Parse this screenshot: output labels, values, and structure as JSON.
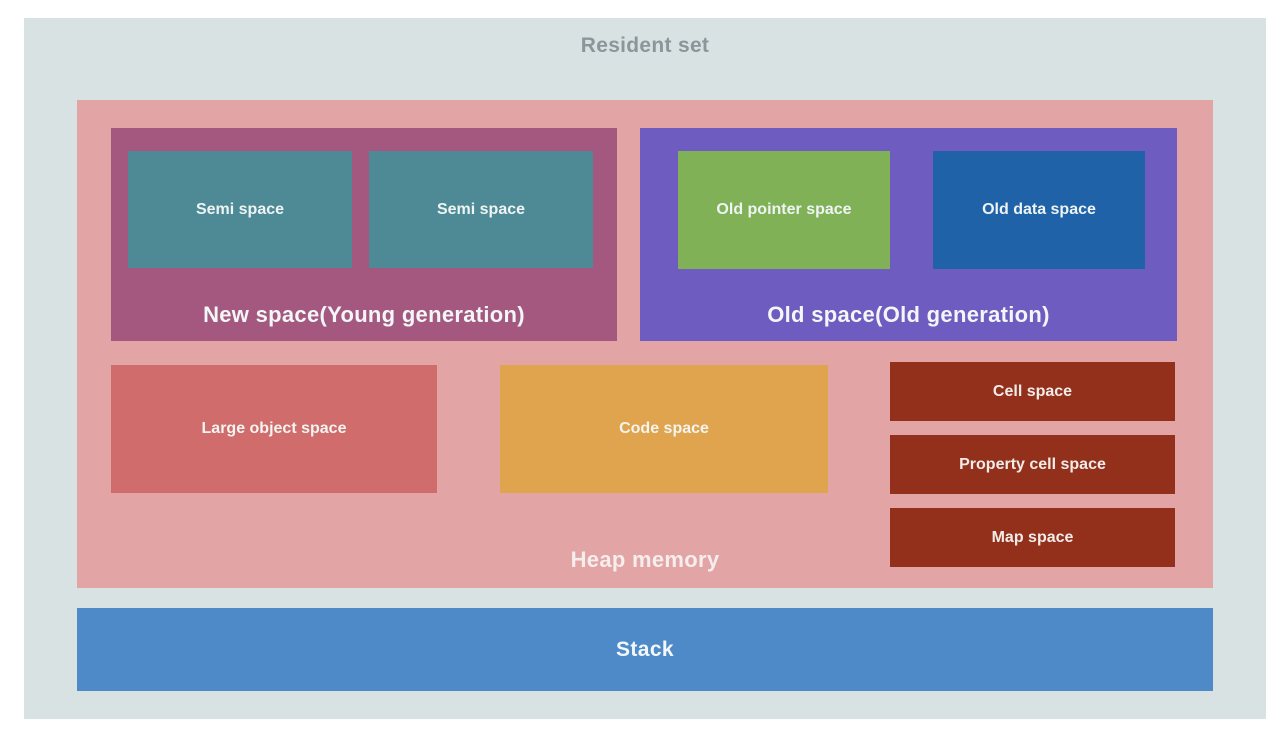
{
  "diagram": {
    "title": "Resident set",
    "heap": {
      "label": "Heap memory",
      "new_space": {
        "label": "New space(Young generation)",
        "children": [
          "Semi space",
          "Semi space"
        ]
      },
      "old_space": {
        "label": "Old space(Old generation)",
        "children": [
          "Old pointer space",
          "Old data space"
        ]
      },
      "large_object_space": "Large object space",
      "code_space": "Code space",
      "cell_space": "Cell space",
      "property_cell_space": "Property cell space",
      "map_space": "Map space"
    },
    "stack": {
      "label": "Stack"
    },
    "colors": {
      "canvas_bg": "#ffffff",
      "panel_bg": "#d9e2e3",
      "heap_bg": "#e2a4a4",
      "new_space_bg": "#a4587f",
      "semi_space_bg": "#4e8a96",
      "old_space_bg": "#6e5cc0",
      "old_pointer_space_bg": "#80b156",
      "old_data_space_bg": "#1f62a8",
      "large_object_space_bg": "#d06c6c",
      "code_space_bg": "#e1a44e",
      "small_space_bg": "#93301c",
      "stack_bg": "#4e8ac8",
      "title_text": "#8d959a",
      "box_text": "#f2f6f6"
    }
  }
}
